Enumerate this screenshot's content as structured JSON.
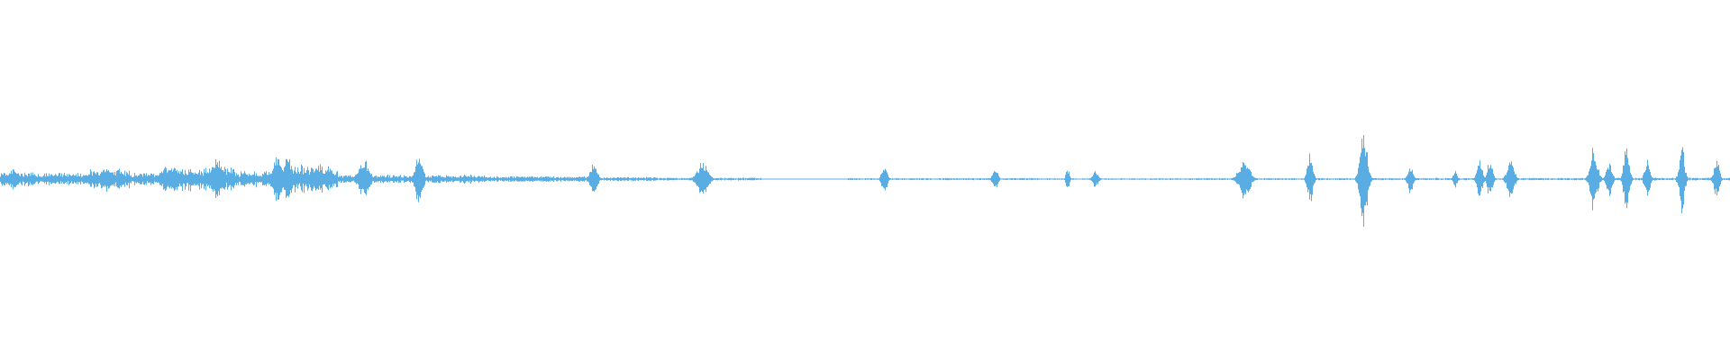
{
  "waveform": {
    "color": "#5aade3",
    "background": "#ffffff",
    "seed": 20240611,
    "envelope": [
      {
        "from": 0.0,
        "to": 0.02,
        "level": 0.1
      },
      {
        "from": 0.02,
        "to": 0.05,
        "level": 0.09
      },
      {
        "from": 0.05,
        "to": 0.075,
        "level": 0.14
      },
      {
        "from": 0.075,
        "to": 0.095,
        "level": 0.09
      },
      {
        "from": 0.095,
        "to": 0.135,
        "level": 0.17
      },
      {
        "from": 0.135,
        "to": 0.16,
        "level": 0.11
      },
      {
        "from": 0.16,
        "to": 0.195,
        "level": 0.2
      },
      {
        "from": 0.195,
        "to": 0.24,
        "level": 0.06
      },
      {
        "from": 0.24,
        "to": 0.28,
        "level": 0.06
      },
      {
        "from": 0.28,
        "to": 0.34,
        "level": 0.04
      },
      {
        "from": 0.34,
        "to": 0.38,
        "level": 0.03
      },
      {
        "from": 0.38,
        "to": 0.44,
        "level": 0.02
      },
      {
        "from": 0.44,
        "to": 0.49,
        "level": 0.006
      },
      {
        "from": 0.49,
        "to": 0.6,
        "level": 0.015
      },
      {
        "from": 0.6,
        "to": 0.7,
        "level": 0.012
      },
      {
        "from": 0.7,
        "to": 0.76,
        "level": 0.014
      },
      {
        "from": 0.76,
        "to": 0.86,
        "level": 0.016
      },
      {
        "from": 0.86,
        "to": 0.92,
        "level": 0.018
      },
      {
        "from": 0.92,
        "to": 1.0,
        "level": 0.02
      }
    ],
    "bursts": [
      {
        "at": 0.007,
        "width": 0.006,
        "peak": 0.22
      },
      {
        "at": 0.062,
        "width": 0.006,
        "peak": 0.26
      },
      {
        "at": 0.098,
        "width": 0.01,
        "peak": 0.3
      },
      {
        "at": 0.125,
        "width": 0.006,
        "peak": 0.45
      },
      {
        "at": 0.16,
        "width": 0.004,
        "peak": 0.62
      },
      {
        "at": 0.166,
        "width": 0.004,
        "peak": 0.55
      },
      {
        "at": 0.21,
        "width": 0.006,
        "peak": 0.4
      },
      {
        "at": 0.242,
        "width": 0.004,
        "peak": 0.55
      },
      {
        "at": 0.343,
        "width": 0.004,
        "peak": 0.32
      },
      {
        "at": 0.406,
        "width": 0.006,
        "peak": 0.4
      },
      {
        "at": 0.511,
        "width": 0.003,
        "peak": 0.3
      },
      {
        "at": 0.575,
        "width": 0.003,
        "peak": 0.22
      },
      {
        "at": 0.617,
        "width": 0.002,
        "peak": 0.25
      },
      {
        "at": 0.633,
        "width": 0.003,
        "peak": 0.2
      },
      {
        "at": 0.719,
        "width": 0.006,
        "peak": 0.45
      },
      {
        "at": 0.757,
        "width": 0.003,
        "peak": 0.55
      },
      {
        "at": 0.788,
        "width": 0.004,
        "peak": 1.0
      },
      {
        "at": 0.815,
        "width": 0.003,
        "peak": 0.3
      },
      {
        "at": 0.841,
        "width": 0.002,
        "peak": 0.22
      },
      {
        "at": 0.855,
        "width": 0.003,
        "peak": 0.42
      },
      {
        "at": 0.861,
        "width": 0.003,
        "peak": 0.4
      },
      {
        "at": 0.873,
        "width": 0.004,
        "peak": 0.45
      },
      {
        "at": 0.921,
        "width": 0.004,
        "peak": 0.7
      },
      {
        "at": 0.93,
        "width": 0.003,
        "peak": 0.4
      },
      {
        "at": 0.94,
        "width": 0.003,
        "peak": 0.75
      },
      {
        "at": 0.952,
        "width": 0.003,
        "peak": 0.4
      },
      {
        "at": 0.972,
        "width": 0.003,
        "peak": 0.72
      },
      {
        "at": 0.992,
        "width": 0.003,
        "peak": 0.42
      }
    ]
  }
}
